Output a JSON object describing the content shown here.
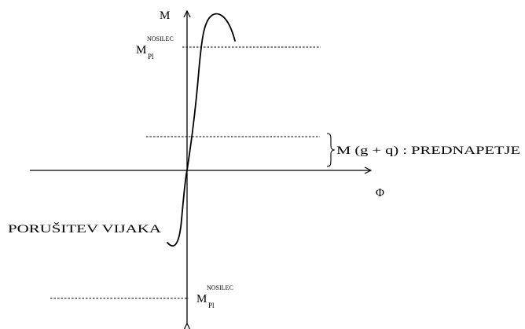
{
  "diagram": {
    "axis_y_label": "M",
    "axis_x_label": "Φ",
    "plastic_moment_top": {
      "base": "M",
      "subscript": "Pl",
      "superscript": "NOSILEC"
    },
    "plastic_moment_bottom": {
      "base": "M",
      "subscript": "Pl",
      "superscript": "NOSILEC"
    },
    "prestress_label": "M (g + q) : PREDNAPETJE",
    "failure_label": "PORUŠITEV VIJAKA"
  }
}
